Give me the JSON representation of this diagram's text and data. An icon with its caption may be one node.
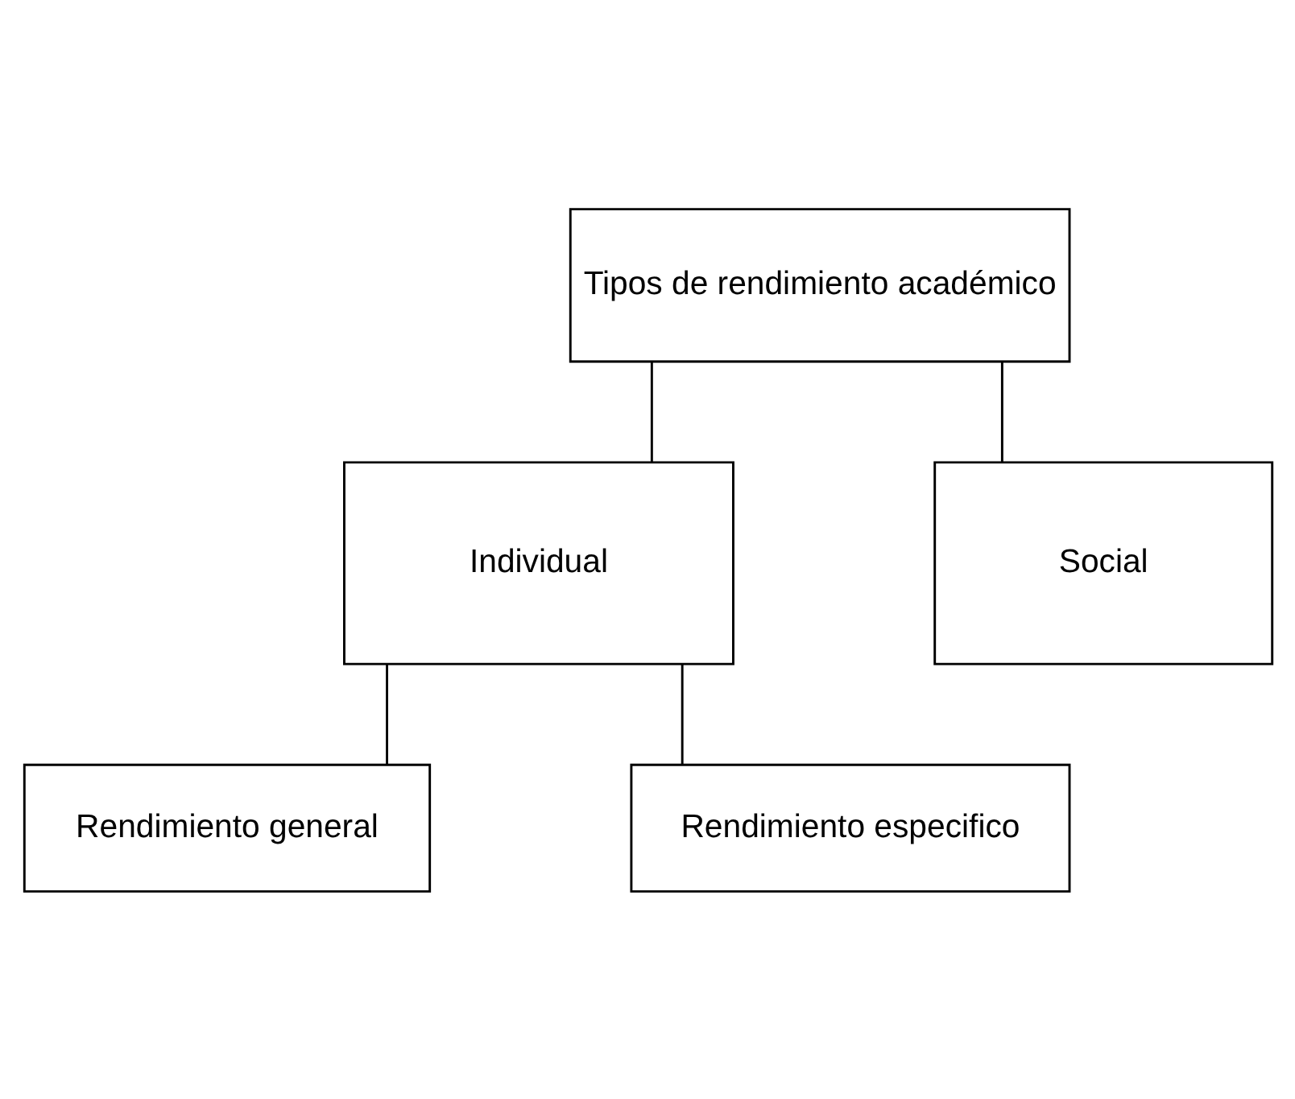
{
  "diagram": {
    "nodes": [
      {
        "text": [
          "Tipos de rendimiento académico"
        ]
      },
      {
        "text": [
          "Individual"
        ]
      },
      {
        "text": [
          "Social"
        ]
      },
      {
        "text": [
          "Rendimiento general"
        ]
      },
      {
        "text": [
          "Rendimiento especifico"
        ]
      }
    ],
    "edges": [
      {
        "from": 0,
        "to": 1,
        "arrow": "none"
      },
      {
        "from": 0,
        "to": 2,
        "arrow": "none"
      },
      {
        "from": 1,
        "to": 3,
        "arrow": "none"
      },
      {
        "from": 1,
        "to": 4,
        "arrow": "none"
      }
    ]
  }
}
